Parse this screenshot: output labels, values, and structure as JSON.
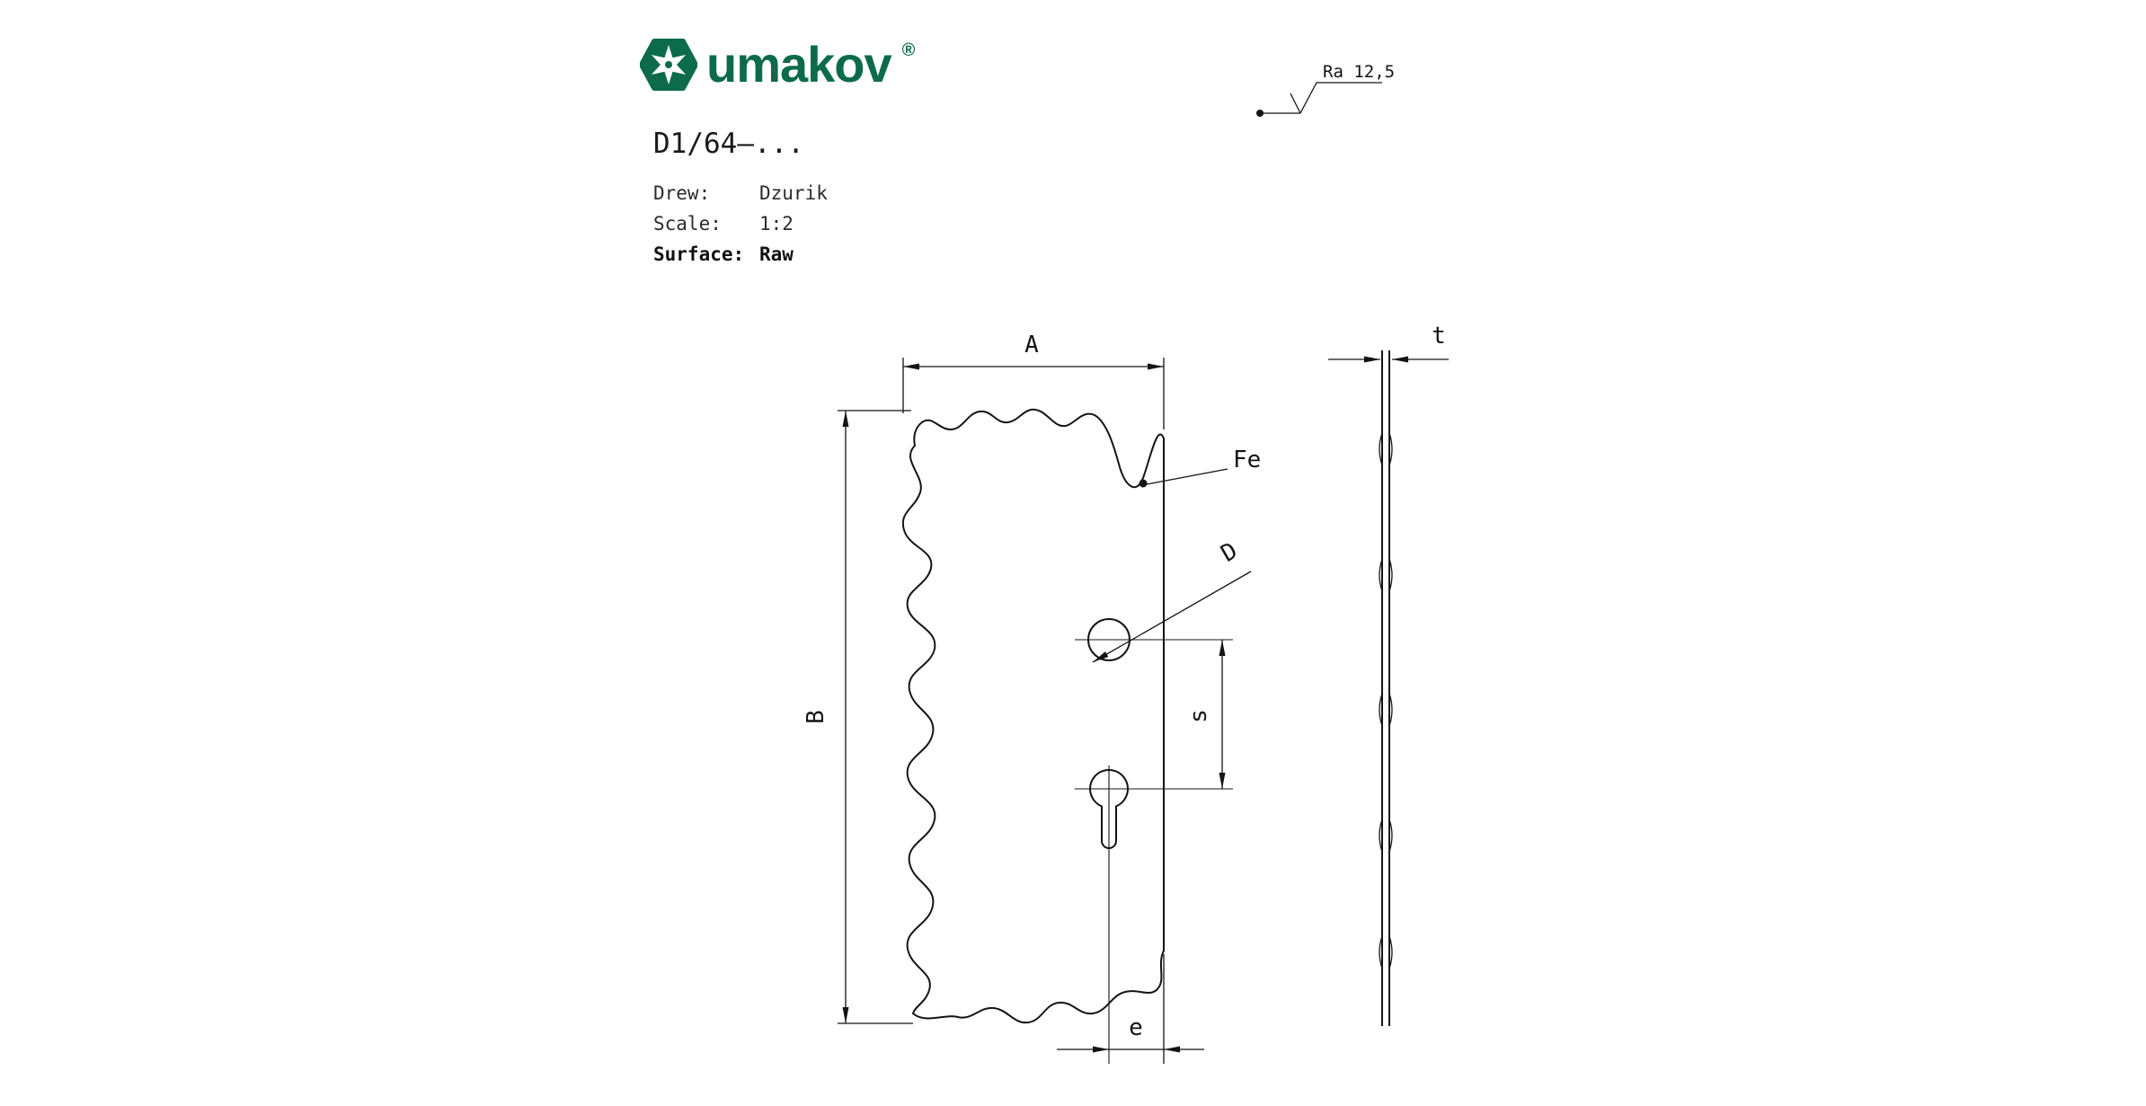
{
  "logo": {
    "brand": "umakov",
    "registered": "®",
    "brand_color": "#0c6b4a"
  },
  "drawing": {
    "number": "D1/64–...",
    "info": [
      {
        "label": "Drew:",
        "value": "Dzurik"
      },
      {
        "label": "Scale:",
        "value": "1:2"
      },
      {
        "label": "Surface:",
        "value": "Raw"
      }
    ]
  },
  "surface_roughness": {
    "value": "Ra 12,5"
  },
  "labels": {
    "width": "A",
    "height": "B",
    "diameter": "D",
    "hole_spacing": "s",
    "edge_distance": "e",
    "thickness": "t",
    "material": "Fe"
  },
  "colors": {
    "line": "#141414"
  }
}
